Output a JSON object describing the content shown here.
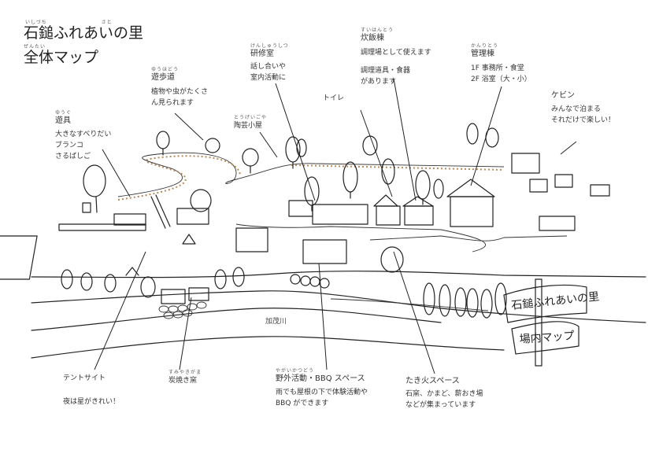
{
  "title": {
    "name": "石鎚ふれあいの里",
    "name_ruby_1": "いしづち",
    "name_ruby_2": "さと",
    "subtitle": "全体マップ",
    "subtitle_ruby": "ぜんたい"
  },
  "labels": {
    "promenade": {
      "ruby": "ゆうほどう",
      "heading": "遊歩道",
      "lines": [
        "植物や虫がたくさ",
        "ん見られます"
      ]
    },
    "training_room": {
      "ruby": "けんしゅうしつ",
      "heading": "研修室",
      "lines": [
        "話し合いや",
        "室内活動に"
      ]
    },
    "cooking_building": {
      "ruby": "すいはんとう",
      "heading": "炊飯棟",
      "lines": [
        "調理場として使えます",
        "調理道具・食器",
        "があります"
      ]
    },
    "management_building": {
      "ruby": "かんりとう",
      "heading": "管理棟",
      "lines": [
        "1F 事務所・食堂",
        "2F 浴室（大・小）"
      ]
    },
    "cabin": {
      "heading": "ケビン",
      "lines": [
        "みんなで泊まる",
        "それだけで楽しい！"
      ]
    },
    "playground": {
      "ruby": "ゆうぐ",
      "heading": "遊具",
      "lines": [
        "大きなすべりだい",
        "ブランコ",
        "さるばしご"
      ]
    },
    "toilet": {
      "heading": "トイレ"
    },
    "pottery_hut": {
      "ruby": "とうげいごや",
      "heading": "陶芸小屋"
    },
    "tent_site": {
      "heading": "テントサイト",
      "lines": [
        "夜は星がきれい！"
      ]
    },
    "charcoal_kiln": {
      "ruby": "すみやきがま",
      "heading": "炭焼き窯"
    },
    "outdoor_bbq": {
      "ruby": "やがいかつどう",
      "heading": "野外活動・BBQ スペース",
      "lines": [
        "雨でも屋根の下で体験活動や",
        "BBQ ができます"
      ]
    },
    "campfire": {
      "heading": "たき火スペース",
      "lines": [
        "石窯、かまど、薪おき場",
        "などが集まっています"
      ]
    },
    "river": {
      "name": "加茂川"
    }
  },
  "signboard": {
    "top": "石鎚ふれあいの里",
    "bottom": "場内マップ"
  },
  "colors": {
    "ink": "#222222",
    "fence": "#b8895a",
    "background": "#ffffff"
  }
}
